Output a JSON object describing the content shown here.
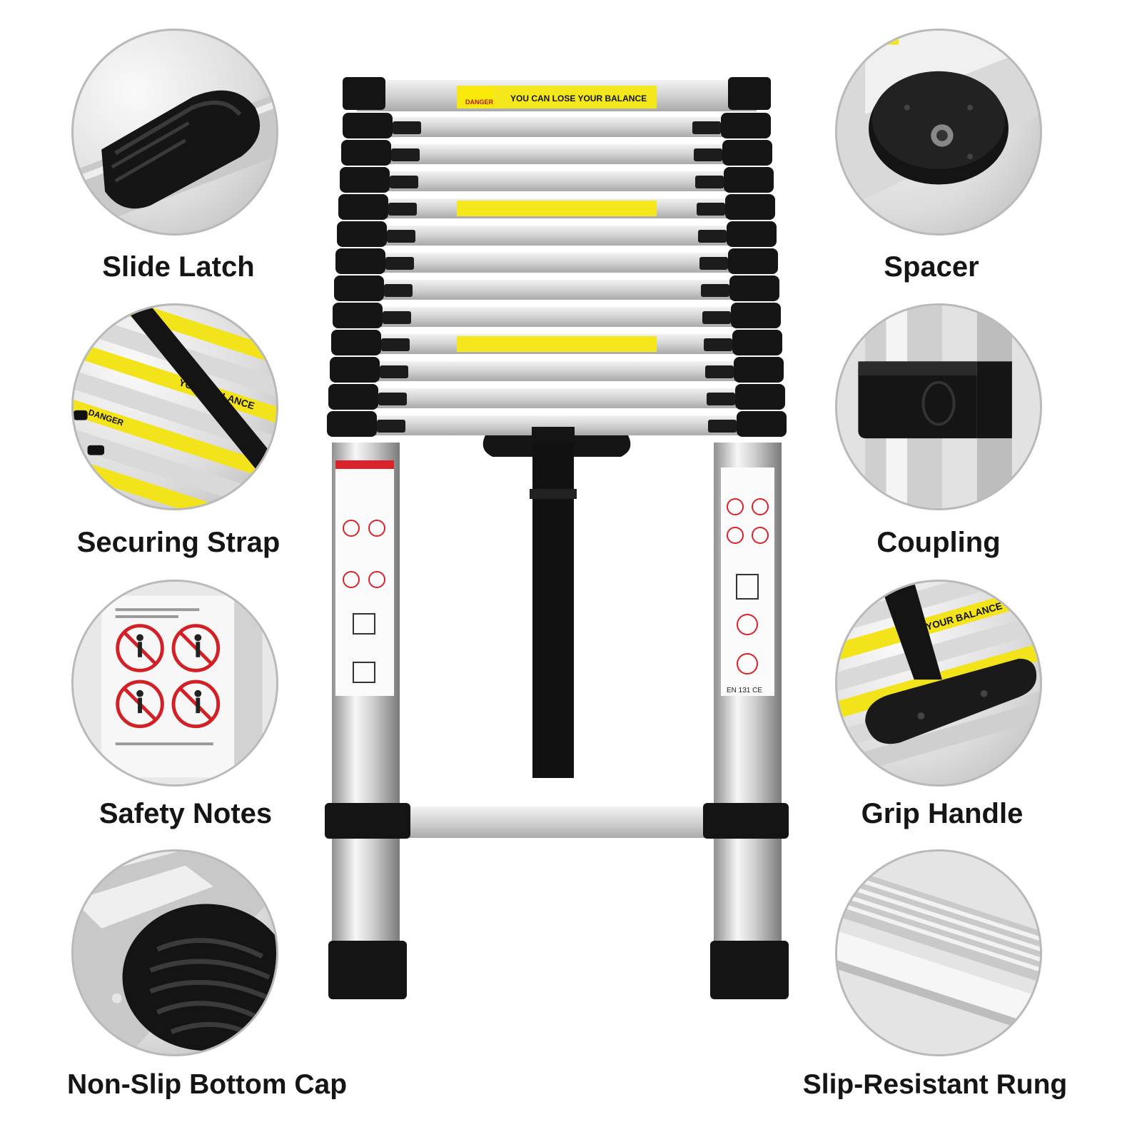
{
  "features": {
    "slide_latch": "Slide Latch",
    "securing_strap": "Securing Strap",
    "safety_notes": "Safety Notes",
    "non_slip_bottom_cap": "Non-Slip Bottom Cap",
    "spacer": "Spacer",
    "coupling": "Coupling",
    "grip_handle": "Grip Handle",
    "slip_resistant_rung": "Slip-Resistant Rung"
  },
  "ladder": {
    "top_warning_tag": "DANGER",
    "top_warning": "YOU CAN LOSE YOUR BALANCE",
    "certification": "EN 131 CE",
    "rung_count": 13
  },
  "detail_texts": {
    "strap_closeup_warning": "YOUR BALANCE",
    "strap_closeup_tag": "DANGER",
    "grip_closeup_warning": "YOUR BALANCE"
  },
  "colors": {
    "aluminum": "#d8d8d8",
    "plastic": "#151515",
    "warning_yellow": "#f4e81c",
    "warning_red": "#d8232a"
  }
}
